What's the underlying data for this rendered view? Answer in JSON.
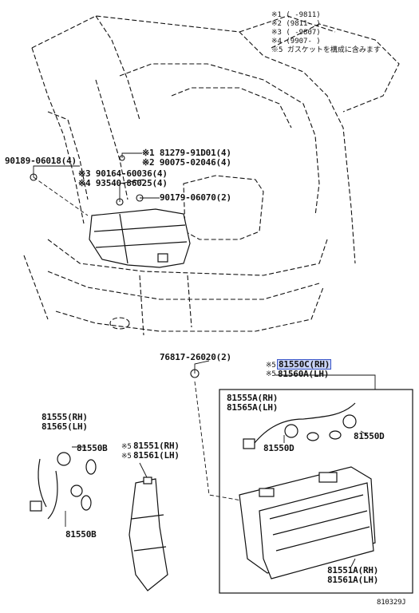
{
  "notes": [
    "※1 (    -9811)",
    "※2 (9811-     )",
    "※3 (    -9807)",
    "※4 (9907-     )",
    "※5 ガスケットを構成に含みます"
  ],
  "labels": {
    "p90189": "90189-06018(4)",
    "p81279": "※1 81279-91D01(4)",
    "p90075": "※2 90075-02046(4)",
    "p90164": "※3 90164-60036(4)",
    "p93540": "※4 93540-86025(4)",
    "p90179": "90179-06070(2)",
    "p76817": "76817-26020(2)",
    "p81550c": "81550C(RH)",
    "p81560a": "81560A(LH)",
    "p81560a_mark": "※5",
    "p81550c_mark": "※5",
    "p81555a": "81555A(RH)",
    "p81565a": "81565A(LH)",
    "p81550d_a": "81550D",
    "p81550d_b": "81550D",
    "p81555": "81555(RH)",
    "p81565": "81565(LH)",
    "p81550b_a": "81550B",
    "p81550b_b": "81550B",
    "p81551": "81551(RH)",
    "p81561": "81561(LH)",
    "p81551_mark": "※5",
    "p81561_mark": "※5",
    "p81551a": "81551A(RH)",
    "p81561a": "81561A(LH)",
    "diagram_id": "810329J"
  },
  "colors": {
    "line": "#111111",
    "highlight_fill": "#c9d3f5",
    "highlight_border": "#3a56c8"
  }
}
